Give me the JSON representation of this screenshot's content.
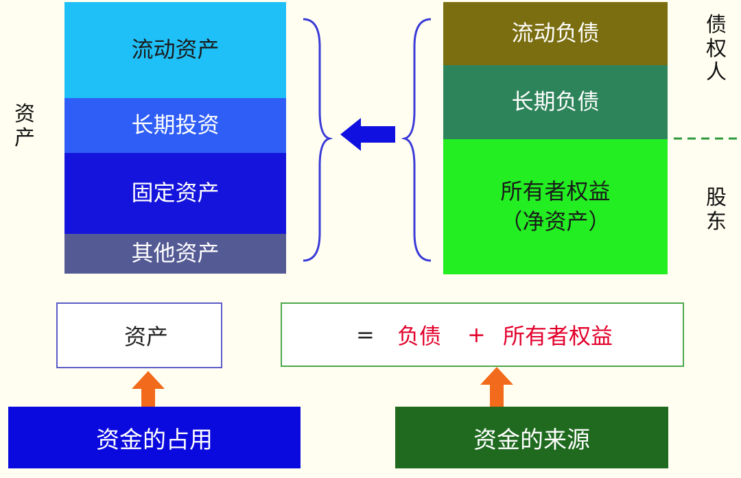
{
  "assets": {
    "side_label": "资产",
    "blocks": [
      {
        "label": "流动资产",
        "color": "#1ec0f7",
        "text_color": "#1a1a1a"
      },
      {
        "label": "长期投资",
        "color": "#2f5ef7"
      },
      {
        "label": "固定资产",
        "color": "#1414dc"
      },
      {
        "label": "其他资产",
        "color": "#545a94"
      }
    ]
  },
  "sources": {
    "blocks": [
      {
        "label": "流动负债",
        "color": "#7b6e10"
      },
      {
        "label": "长期负债",
        "color": "#2e845a"
      },
      {
        "label": "所有者权益",
        "label2": "（净资产）",
        "color": "#22ee22",
        "text_color": "#1a1a1a"
      }
    ],
    "creditor_label": "债权人",
    "shareholder_label": "股东"
  },
  "equation": {
    "left": "资产",
    "equals": "=",
    "liabilities": "负债",
    "plus": "+",
    "equity": "所有者权益"
  },
  "bottom": {
    "use_of_funds": "资金的占用",
    "source_of_funds": "资金的来源"
  },
  "colors": {
    "background": "#fffef0",
    "brace": "#3a3ad8",
    "arrow_blue": "#1010e0",
    "arrow_orange": "#f26a1b",
    "use_bar": "#0a0adf",
    "source_bar": "#1f6a1f",
    "equation_red": "#e3002b",
    "dashed_divider": "#2c9a3c"
  }
}
